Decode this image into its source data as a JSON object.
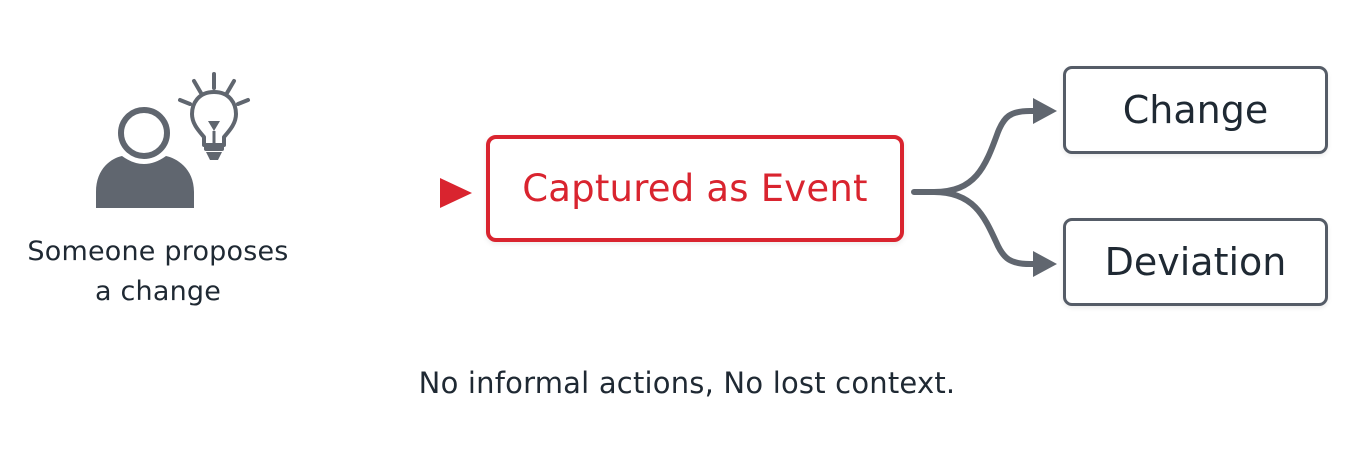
{
  "actor": {
    "label_line1": "Someone proposes",
    "label_line2": "a change",
    "icon": "person-icon",
    "idea_icon": "lightbulb-icon"
  },
  "event": {
    "label": "Captured as Event"
  },
  "outcomes": [
    {
      "label": "Change"
    },
    {
      "label": "Deviation"
    }
  ],
  "caption": "No informal actions, No lost context.",
  "colors": {
    "accent_red": "#d9242f",
    "neutral_gray": "#60666f",
    "text_dark": "#1f2933"
  }
}
